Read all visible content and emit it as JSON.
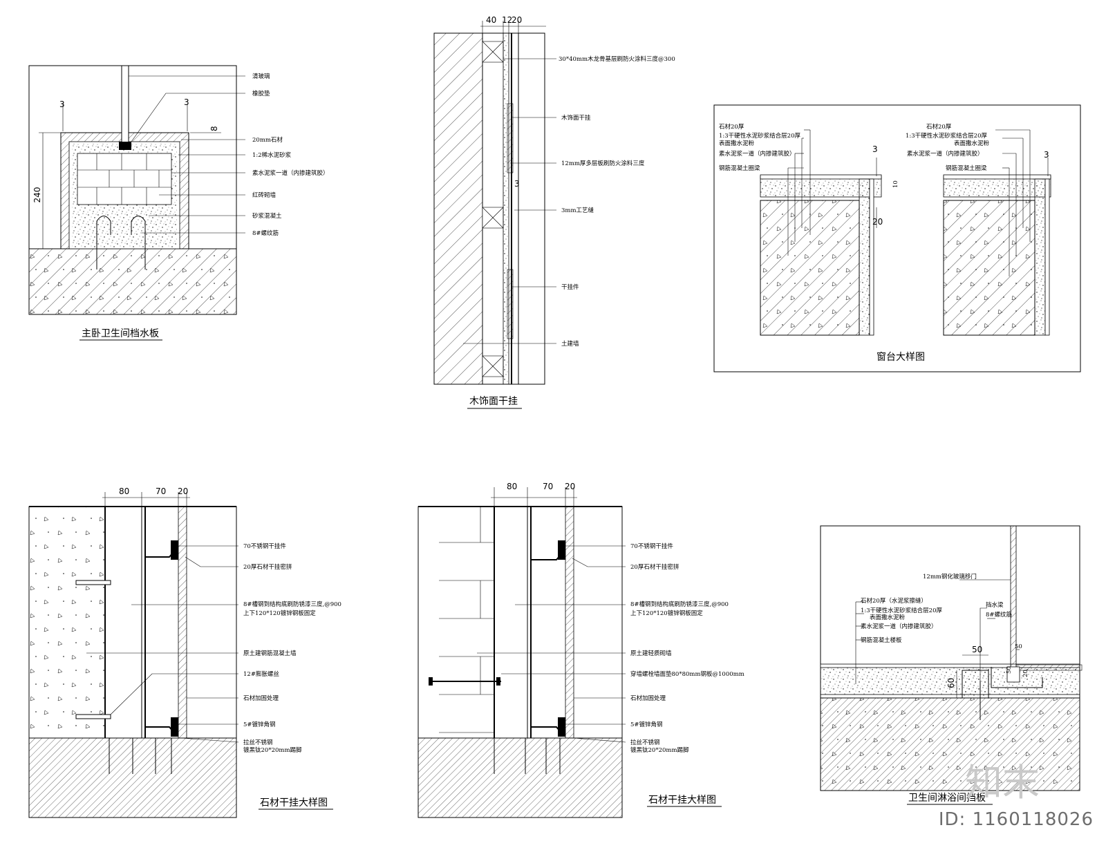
{
  "detail1": {
    "title": "主卧卫生间档水板",
    "labels": [
      "清玻璃",
      "橡胶垫",
      "20mm石材",
      "1:2稀水泥砂浆",
      "素水泥浆一道（内掺建筑胶）",
      "红砖砌墙",
      "砂浆混凝土",
      "8#螺纹筋"
    ],
    "dims": {
      "left3": "3",
      "right3": "3",
      "height": "240",
      "side": "8"
    }
  },
  "detail2": {
    "title": "木饰面干挂",
    "dims": [
      "40",
      "12",
      "20"
    ],
    "labels": [
      "30*40mm木龙骨基层刷防火涂料三度@300",
      "木饰面干挂",
      "12mm厚多层板刷防火涂料三度",
      "3mm工艺缝",
      "干挂件",
      "土建墙"
    ],
    "gap_dim": "3"
  },
  "detail3": {
    "title": "窗台大样图",
    "labels_left": [
      "石材20厚",
      "1:3干硬性水泥砂浆结合层20厚",
      "表面撒水泥粉",
      "素水泥浆一道（内掺建筑胶）",
      "钢筋混凝土圈梁"
    ],
    "labels_right": [
      "石材20厚",
      "1:3干硬性水泥砂浆结合层20厚",
      "表面撒水泥粉",
      "素水泥浆一道（内掺建筑胶）",
      "钢筋混凝土圈梁"
    ],
    "dims": {
      "left3": "3",
      "right3": "3",
      "side": "20",
      "small": "10"
    }
  },
  "detail4": {
    "title": "石材干挂大样图",
    "dims": [
      "80",
      "70",
      "20"
    ],
    "labels": [
      "70不锈钢干挂件",
      "20厚石材干挂密拼",
      "8#槽钢到结构底刷防锈漆三度,@900",
      "上下120*120镀锌钢板固定",
      "原土建钢筋混凝土墙",
      "12#膨胀螺丝",
      "石材加固处理",
      "5#镀锌角钢",
      "拉丝不锈钢",
      "镀黑钛20*20mm踢脚"
    ]
  },
  "detail5": {
    "title": "石材干挂大样图",
    "dims": [
      "80",
      "70",
      "20"
    ],
    "labels": [
      "70不锈钢干挂件",
      "20厚石材干挂密拼",
      "8#槽钢到结构底刷防锈漆三度,@900",
      "上下120*120镀锌钢板固定",
      "原土建轻质砌墙",
      "穿墙螺栓墙面垫80*80mm钢板@1000mm",
      "石材加固处理",
      "5#镀锌角钢",
      "拉丝不锈钢",
      "镀黑钛20*20mm踢脚"
    ]
  },
  "detail6": {
    "title": "卫生间淋浴间挡板",
    "labels": [
      "12mm钢化玻璃移门",
      "石材20厚（水泥浆擦缝）",
      "1:3干硬性水泥砂浆结合层20厚",
      "表面撒水泥粉",
      "素水泥浆一道（内掺建筑胶）",
      "钢筋混凝土楼板",
      "挡水梁",
      "8#螺纹筋"
    ],
    "dims": {
      "w1": "50",
      "w2": "50",
      "h1": "60",
      "h2": "50",
      "h3": "20"
    }
  },
  "footer": {
    "id": "ID: 1160118026",
    "brand": "知末"
  }
}
